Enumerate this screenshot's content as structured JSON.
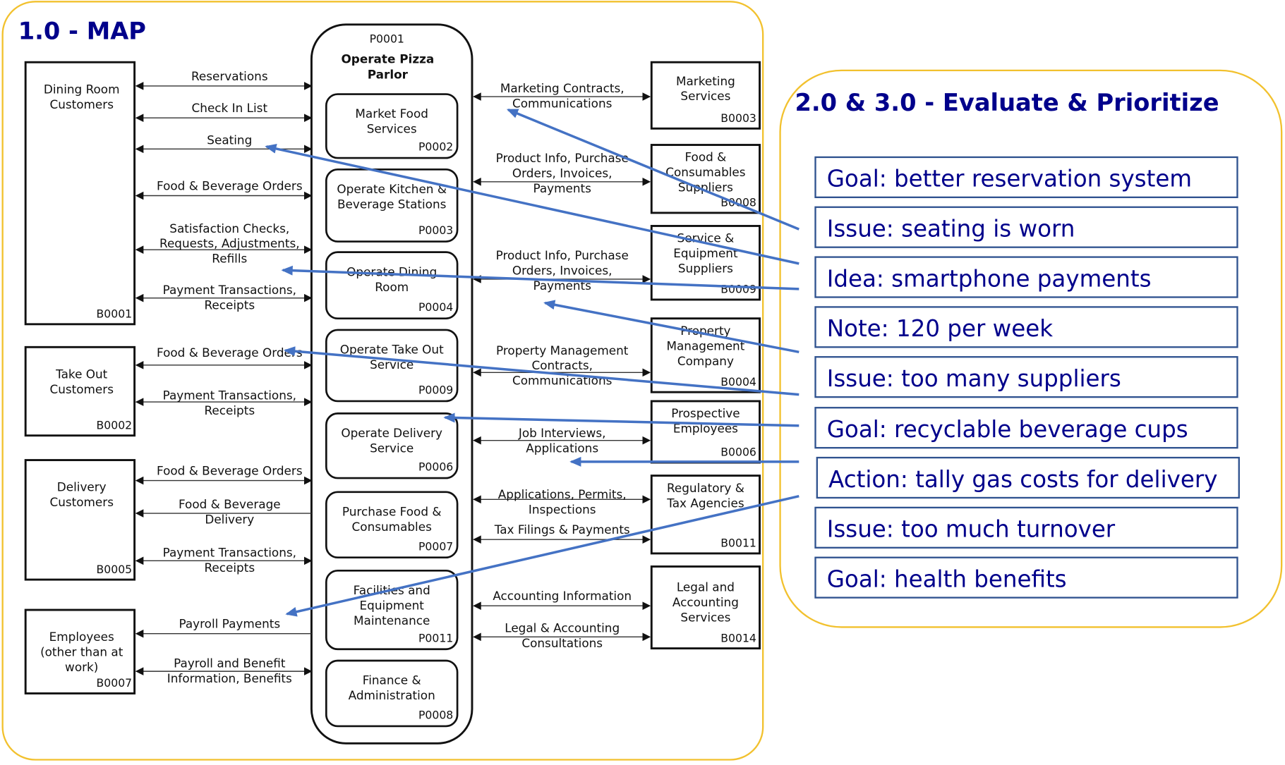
{
  "map_panel": {
    "title": "1.0 - MAP",
    "border_color": "#f2c12e"
  },
  "evaluate_panel": {
    "title": "2.0 & 3.0 - Evaluate & Prioritize",
    "border_color": "#f2c12e",
    "notes": [
      {
        "text": "Goal: better reservation system",
        "target": "flow-r-0"
      },
      {
        "text": "Issue: seating is worn",
        "target": "flow-l-2"
      },
      {
        "text": "Idea: smartphone payments",
        "target": "flow-l-5"
      },
      {
        "text": "Note: 120 per week",
        "target": "flow-r-2"
      },
      {
        "text": "Issue: too many suppliers",
        "target": "flow-l-6"
      },
      {
        "text": "Goal: recyclable beverage cups",
        "target": "proc-6"
      },
      {
        "text": "Action: tally gas costs for delivery",
        "target": "flow-r-4"
      },
      {
        "text": "Issue:  too much turnover",
        "target": "flow-l-12"
      },
      {
        "text": "Goal: health benefits",
        "target": ""
      }
    ]
  },
  "center": {
    "code": "P0001",
    "title_line1": "Operate Pizza",
    "title_line2": "Parlor",
    "processes": [
      {
        "lines": [
          "Market Food",
          "Services"
        ],
        "code": "P0002"
      },
      {
        "lines": [
          "Operate Kitchen &",
          "Beverage Stations"
        ],
        "code": "P0003"
      },
      {
        "lines": [
          "Operate Dining",
          "Room"
        ],
        "code": "P0004"
      },
      {
        "lines": [
          "Operate Take Out",
          "Service"
        ],
        "code": "P0009"
      },
      {
        "lines": [
          "Operate Delivery",
          "Service"
        ],
        "code": "P0006"
      },
      {
        "lines": [
          "Purchase Food &",
          "Consumables"
        ],
        "code": "P0007"
      },
      {
        "lines": [
          "Facilities and",
          "Equipment",
          "Maintenance"
        ],
        "code": "P0011"
      },
      {
        "lines": [
          "Finance &",
          "Administration"
        ],
        "code": "P0008"
      }
    ]
  },
  "left_entities": [
    {
      "lines": [
        "Dining Room",
        "Customers"
      ],
      "code": "B0001"
    },
    {
      "lines": [
        "Take Out",
        "Customers"
      ],
      "code": "B0002"
    },
    {
      "lines": [
        "Delivery",
        "Customers"
      ],
      "code": "B0005"
    },
    {
      "lines": [
        "Employees",
        "(other than at",
        "work)"
      ],
      "code": "B0007"
    }
  ],
  "right_entities": [
    {
      "lines": [
        "Marketing",
        "Services"
      ],
      "code": "B0003"
    },
    {
      "lines": [
        "Food &",
        "Consumables",
        "Suppliers"
      ],
      "code": "B0008"
    },
    {
      "lines": [
        "Service &",
        "Equipment",
        "Suppliers"
      ],
      "code": "B0009"
    },
    {
      "lines": [
        "Property",
        "Management",
        "Company"
      ],
      "code": "B0004"
    },
    {
      "lines": [
        "Prospective",
        "Employees"
      ],
      "code": "B0006"
    },
    {
      "lines": [
        "Regulatory &",
        "Tax Agencies"
      ],
      "code": "B0011"
    },
    {
      "lines": [
        "Legal and",
        "Accounting",
        "Services"
      ],
      "code": "B0014"
    }
  ],
  "left_flows": [
    {
      "lines": [
        "Reservations"
      ],
      "direction": "both"
    },
    {
      "lines": [
        "Check In List"
      ],
      "direction": "both"
    },
    {
      "lines": [
        "Seating"
      ],
      "direction": "both"
    },
    {
      "lines": [
        "Food & Beverage Orders"
      ],
      "direction": "both"
    },
    {
      "lines": [
        "Satisfaction Checks,",
        "Requests, Adjustments,",
        "Refills"
      ],
      "direction": "both"
    },
    {
      "lines": [
        "Payment Transactions,",
        "Receipts"
      ],
      "direction": "both"
    },
    {
      "lines": [
        "Food & Beverage Orders"
      ],
      "direction": "both"
    },
    {
      "lines": [
        "Payment Transactions,",
        "Receipts"
      ],
      "direction": "both"
    },
    {
      "lines": [
        "Food & Beverage Orders"
      ],
      "direction": "both"
    },
    {
      "lines": [
        "Food & Beverage",
        "Delivery"
      ],
      "direction": "left"
    },
    {
      "lines": [
        "Payment Transactions,",
        "Receipts"
      ],
      "direction": "both"
    },
    {
      "lines": [
        "Payroll Payments"
      ],
      "direction": "left"
    },
    {
      "lines": [
        "Payroll and Benefit",
        "Information, Benefits"
      ],
      "direction": "both"
    }
  ],
  "right_flows": [
    {
      "lines": [
        "Marketing Contracts,",
        "Communications"
      ],
      "direction": "both"
    },
    {
      "lines": [
        "Product Info, Purchase",
        "Orders, Invoices,",
        "Payments"
      ],
      "direction": "both"
    },
    {
      "lines": [
        "Product Info, Purchase",
        "Orders, Invoices,",
        "Payments"
      ],
      "direction": "both"
    },
    {
      "lines": [
        "Property Management",
        "Contracts,",
        "Communications"
      ],
      "direction": "both"
    },
    {
      "lines": [
        "Job Interviews,",
        "Applications"
      ],
      "direction": "both"
    },
    {
      "lines": [
        "Applications, Permits,",
        "Inspections"
      ],
      "direction": "both"
    },
    {
      "lines": [
        "Tax Filings & Payments"
      ],
      "direction": "both"
    },
    {
      "lines": [
        "Accounting Information"
      ],
      "direction": "both"
    },
    {
      "lines": [
        "Legal & Accounting",
        "Consultations"
      ],
      "direction": "both"
    }
  ],
  "colors": {
    "title": "#00008b",
    "note_border": "#2f528f",
    "connector": "#4472c4",
    "line": "#111111",
    "panel_border": "#f2c12e"
  }
}
